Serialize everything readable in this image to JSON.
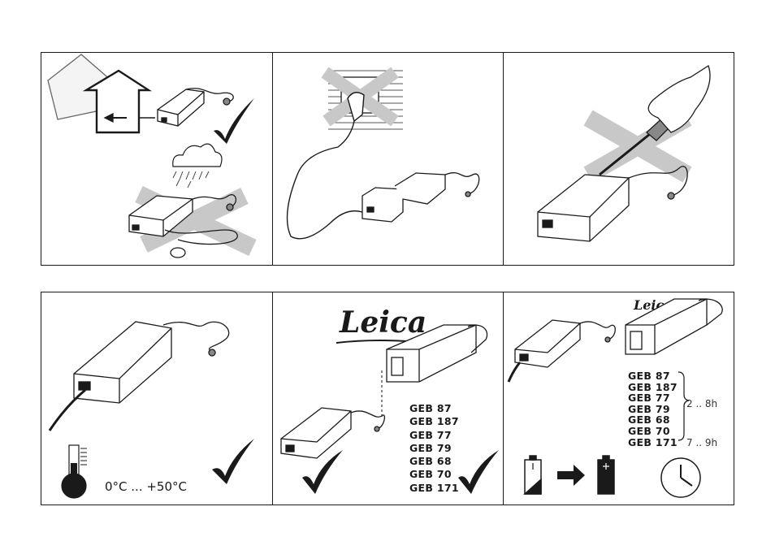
{
  "temperature": {
    "range": "0°C ... +50°C"
  },
  "brand": {
    "logo_text": "Leica"
  },
  "batteries": {
    "models": [
      "GEB 87",
      "GEB 187",
      "GEB 77",
      "GEB 79",
      "GEB 68",
      "GEB 70",
      "GEB 171"
    ]
  },
  "charging": {
    "time_short": "2 .. 8h",
    "time_long": "7 .. 9h"
  },
  "icons": [
    "house-icon",
    "power-supply-icon",
    "checkmark-icon",
    "rain-cloud-icon",
    "cross-icon",
    "wall-socket-icon",
    "screwdriver-icon",
    "hand-icon",
    "thermometer-icon",
    "battery-empty-icon",
    "battery-full-icon",
    "arrow-right-icon",
    "clock-icon"
  ]
}
